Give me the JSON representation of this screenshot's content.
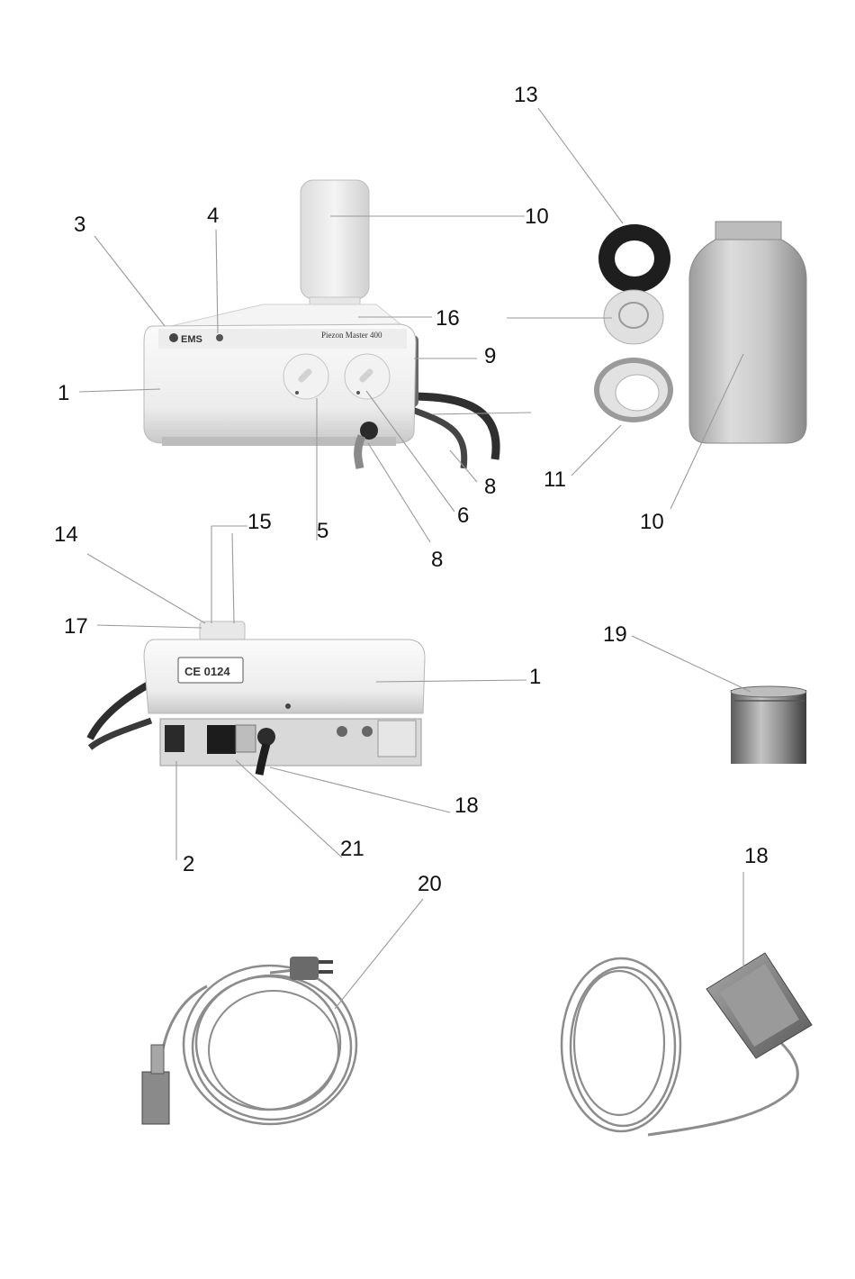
{
  "callouts": [
    {
      "id": "c13",
      "text": "13"
    },
    {
      "id": "c3",
      "text": "3"
    },
    {
      "id": "c4",
      "text": "4"
    },
    {
      "id": "c10a",
      "text": "10"
    },
    {
      "id": "c16",
      "text": "16"
    },
    {
      "id": "c9",
      "text": "9"
    },
    {
      "id": "c1a",
      "text": "1"
    },
    {
      "id": "c8a",
      "text": "8"
    },
    {
      "id": "c11",
      "text": "11"
    },
    {
      "id": "c6",
      "text": "6"
    },
    {
      "id": "c10b",
      "text": "10"
    },
    {
      "id": "c5",
      "text": "5"
    },
    {
      "id": "c15",
      "text": "15"
    },
    {
      "id": "c14",
      "text": "14"
    },
    {
      "id": "c8b",
      "text": "8"
    },
    {
      "id": "c17",
      "text": "17"
    },
    {
      "id": "c19",
      "text": "19"
    },
    {
      "id": "c1b",
      "text": "1"
    },
    {
      "id": "c18a",
      "text": "18"
    },
    {
      "id": "c21",
      "text": "21"
    },
    {
      "id": "c2",
      "text": "2"
    },
    {
      "id": "c18b",
      "text": "18"
    },
    {
      "id": "c20",
      "text": "20"
    }
  ],
  "device_labels": {
    "brand": "EMS",
    "model": "Piezon Master 400",
    "ce_mark": "CE 0124"
  },
  "palette": {
    "device_body": "#f2f2f2",
    "device_shadow": "#c9c9c9",
    "cable_dark": "#3a3a3a",
    "bottle": "#d8d8d8",
    "metal": "#8c8c8c"
  }
}
